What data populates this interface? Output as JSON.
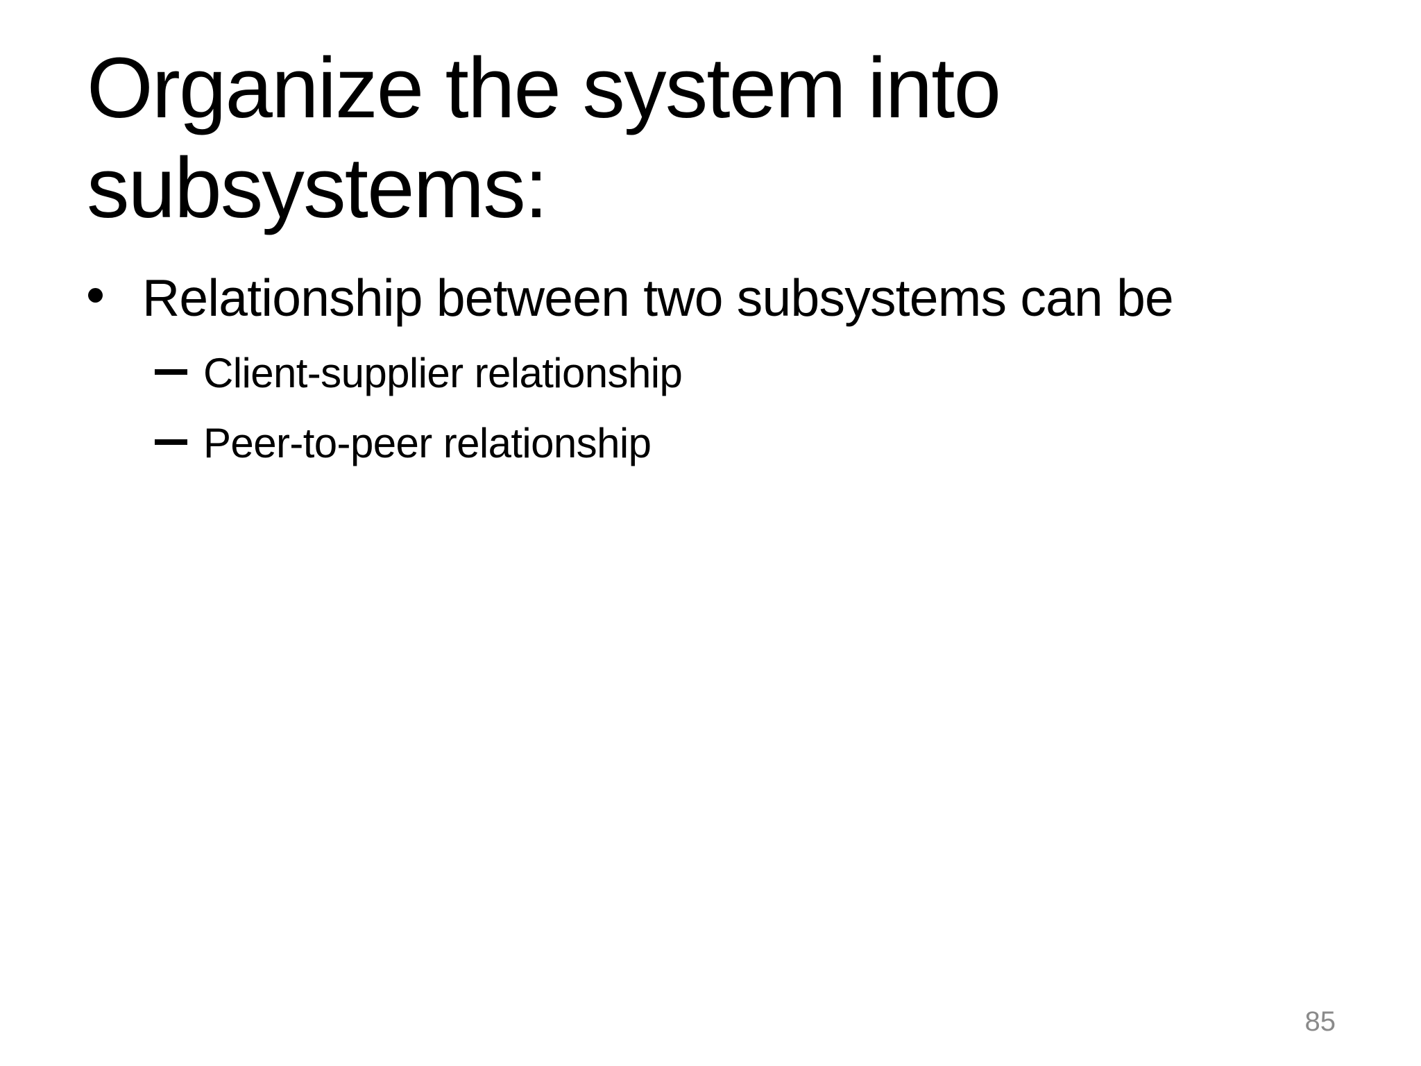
{
  "slide": {
    "title": "Organize the system into subsystems:",
    "title_lines": [
      "Organize the system into",
      "subsystems:"
    ],
    "markers": {
      "level1": "•",
      "level2": "–"
    },
    "bullets": [
      {
        "text": "Relationship between two subsystems can be",
        "children": [
          "Client-supplier relationship",
          "Peer-to-peer relationship"
        ]
      }
    ],
    "page_number": "85",
    "colors": {
      "background": "#ffffff",
      "text": "#000000",
      "page_number": "#8a8a8a"
    }
  }
}
